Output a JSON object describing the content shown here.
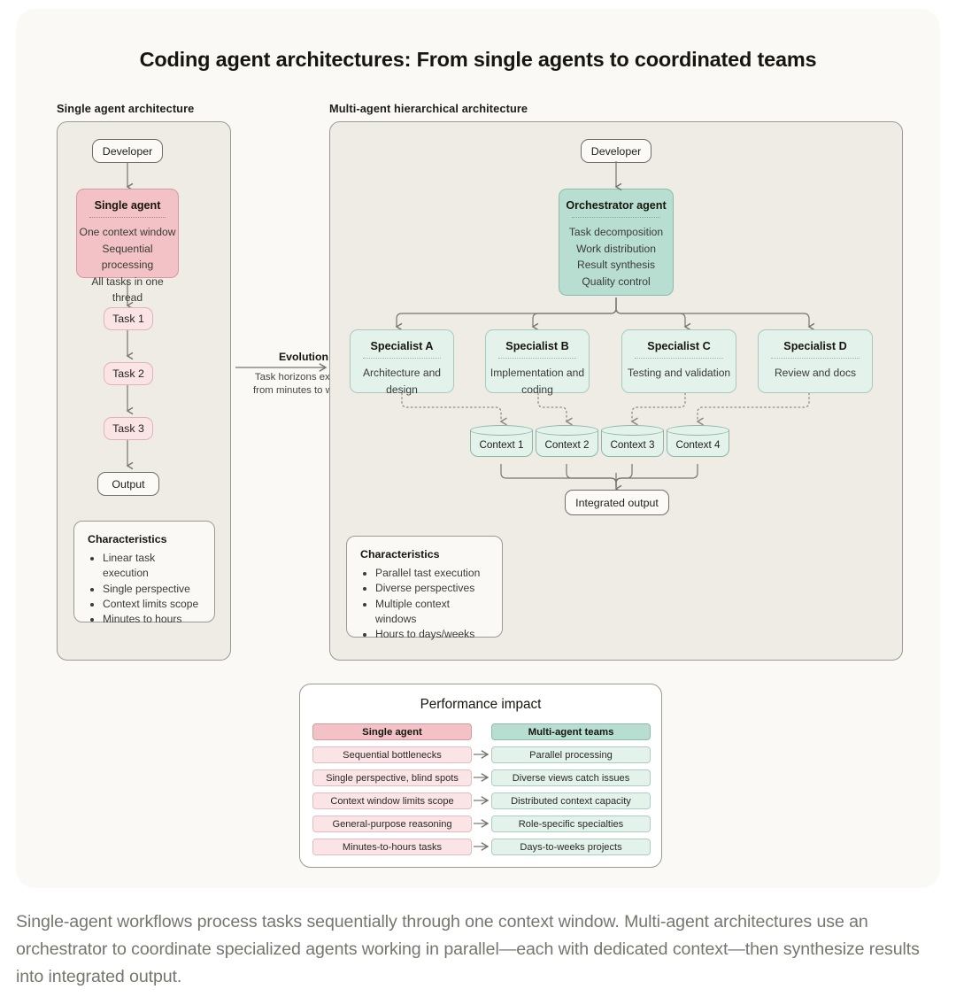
{
  "title": "Coding agent architectures: From single agents to coordinated teams",
  "sections": {
    "single": {
      "label": "Single agent architecture"
    },
    "multi": {
      "label": "Multi-agent hierarchical architecture"
    }
  },
  "single_flow": {
    "developer": "Developer",
    "agent": {
      "title": "Single agent",
      "lines": [
        "One context window",
        "Sequential processing",
        "All tasks in one thread"
      ]
    },
    "tasks": [
      "Task 1",
      "Task 2",
      "Task 3"
    ],
    "output": "Output",
    "characteristics": {
      "heading": "Characteristics",
      "items": [
        "Linear task execution",
        "Single perspective",
        "Context limits scope",
        "Minutes to hours"
      ]
    }
  },
  "evolution": {
    "title": "Evolution",
    "subtitle": "Task horizons expand from minutes to weeks"
  },
  "multi_flow": {
    "developer": "Developer",
    "orchestrator": {
      "title": "Orchestrator agent",
      "lines": [
        "Task decomposition",
        "Work distribution",
        "Result synthesis",
        "Quality control"
      ]
    },
    "specialists": [
      {
        "title": "Specialist A",
        "desc": "Architecture and design"
      },
      {
        "title": "Specialist B",
        "desc": "Implementation and coding"
      },
      {
        "title": "Specialist C",
        "desc": "Testing and validation"
      },
      {
        "title": "Specialist D",
        "desc": "Review and docs"
      }
    ],
    "contexts": [
      "Context 1",
      "Context 2",
      "Context 3",
      "Context 4"
    ],
    "integrated_output": "Integrated output",
    "characteristics": {
      "heading": "Characteristics",
      "items": [
        "Parallel tast execution",
        "Diverse perspectives",
        "Multiple context windows",
        "Hours to days/weeks"
      ]
    }
  },
  "performance": {
    "title": "Performance impact",
    "left_header": "Single agent",
    "right_header": "Multi-agent teams",
    "rows": [
      {
        "left": "Sequential bottlenecks",
        "right": "Parallel processing"
      },
      {
        "left": "Single perspective, blind spots",
        "right": "Diverse views catch issues"
      },
      {
        "left": "Context window limits scope",
        "right": "Distributed context capacity"
      },
      {
        "left": "General-purpose reasoning",
        "right": "Role-specific specialties"
      },
      {
        "left": "Minutes-to-hours tasks",
        "right": "Days-to-weeks projects"
      }
    ]
  },
  "caption": "Single-agent workflows process tasks sequentially through one context window. Multi-agent architectures use an orchestrator to coordinate specialized agents working in parallel—each with dedicated context—then synthesize results into integrated output.",
  "colors": {
    "page_background": "#ffffff",
    "card_background": "#faf9f5",
    "panel_background": "#eeece5",
    "single_agent_fill": "#f2c2c6",
    "task_fill": "#fbe4e6",
    "orchestrator_fill": "#b8ded2",
    "specialist_fill": "#e4f2ec",
    "stroke": "#8a8a82",
    "caption_text": "#76766e"
  }
}
